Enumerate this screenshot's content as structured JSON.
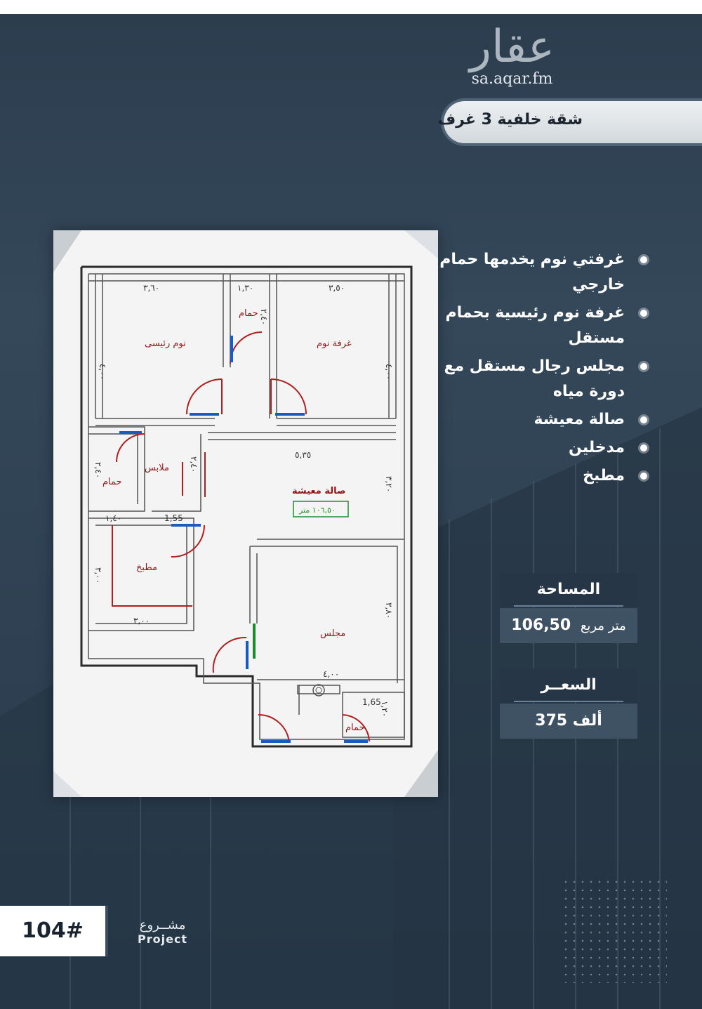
{
  "brand": {
    "logo_word": "عقار",
    "url": "sa.aqar.fm"
  },
  "listing": {
    "title": "شقة خلفية 3 غرف"
  },
  "features": [
    "غرفتي نوم يخدمها حمام خارجي",
    "غرفة نوم رئيسية بحمام مستقل",
    "مجلس رجال مستقل مع دورة مياه",
    "صالة معيشة",
    "مدخلين",
    "مطبخ"
  ],
  "area": {
    "label": "المساحة",
    "value": "106,50",
    "unit": "متر مربع"
  },
  "price": {
    "label": "السعــر",
    "value": "375 ألف"
  },
  "project": {
    "number": "104#",
    "label_ar": "مشــروع",
    "label_en": "Project"
  },
  "floorplan": {
    "rooms": {
      "master_bedroom": "نوم رئيسى",
      "bedroom": "غرفة نوم",
      "bath_top": "حمام",
      "closet": "ملابس",
      "bath_left": "حمام",
      "living": "صالة معيشة",
      "living_area": "١٠٦,٥٠ متر",
      "kitchen": "مطبخ",
      "majlis": "مجلس",
      "bath_bottom": "حمام"
    },
    "dims": {
      "master_w": "٣,٦٠",
      "bath_top_w": "١,٣٠",
      "bedroom_w": "٣,٥٠",
      "master_h": "٤,٠٠",
      "bedroom_h": "٤,٠٠",
      "bath_top_h": "٢,٤٠",
      "living_w": "٥,٣٥",
      "living_h": "٣,٢٠",
      "bath_left_h": "٢,٤٠",
      "bath_left_w": "١,٤٠",
      "closet_w": "1,55",
      "closet_h": "٢,٤٠",
      "kitchen_h": "٣,٠٠",
      "kitchen_w": "٣,٠٠",
      "majlis_h": "٣,٨٠",
      "majlis_w": "٤,٠٠",
      "bath_bottom_w": "1,65",
      "bath_bottom_h": "١,٢٠"
    }
  },
  "colors": {
    "background": "#2f4152",
    "label_box": "#263646",
    "value_box": "#3f5264",
    "plan_text": "#8b1a1a",
    "area_tag": "#1f8f2a"
  }
}
